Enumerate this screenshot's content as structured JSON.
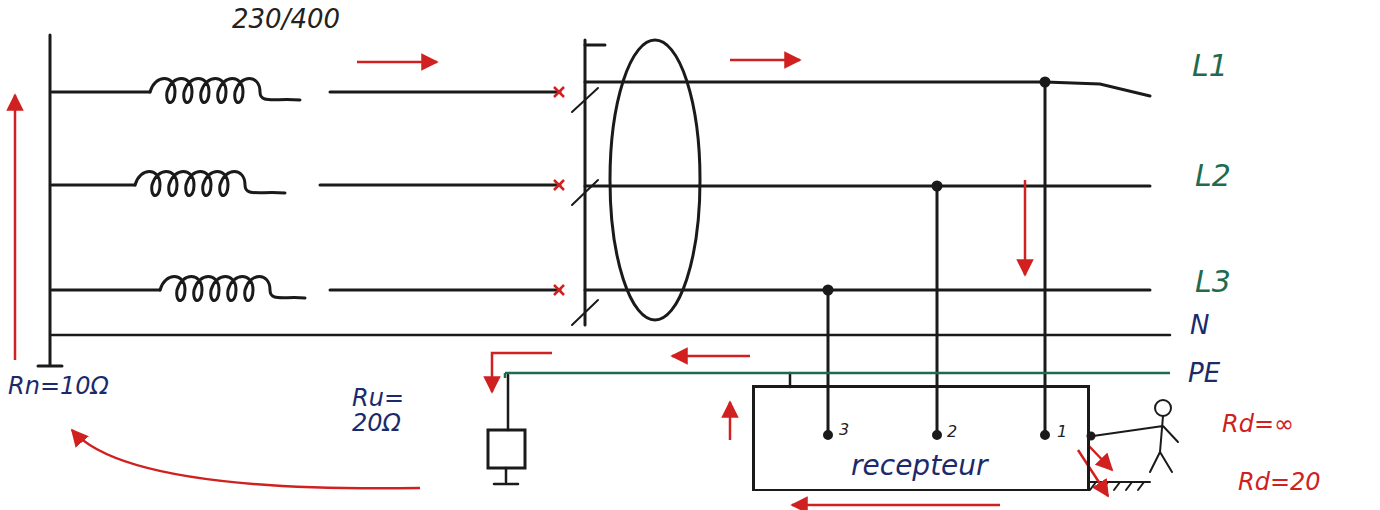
{
  "diagram": {
    "nodes": [
      {
        "text": [
          "3",
          "2",
          "1",
          "recepteur"
        ]
      }
    ],
    "labels": [
      "230/400",
      "L1",
      "L2",
      "L3",
      "N",
      "PE",
      "Rn=10Ω",
      "Ru= 20Ω",
      "Rd=∞",
      "Rd=20"
    ]
  }
}
